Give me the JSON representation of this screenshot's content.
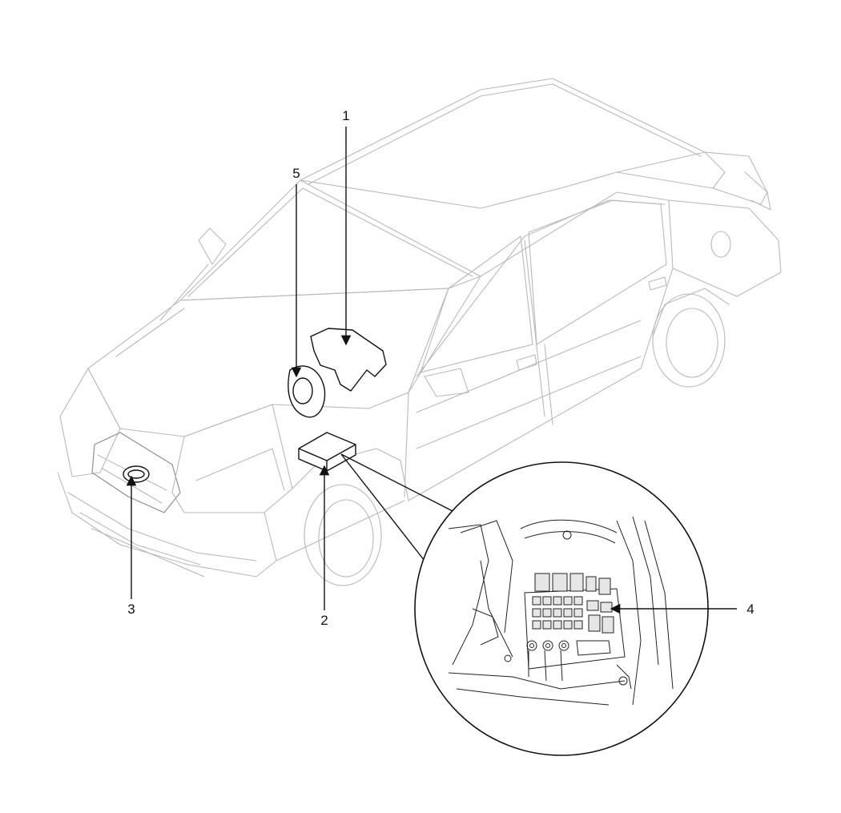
{
  "callouts": [
    {
      "id": "1",
      "label": "1"
    },
    {
      "id": "2",
      "label": "2"
    },
    {
      "id": "3",
      "label": "3"
    },
    {
      "id": "4",
      "label": "4"
    },
    {
      "id": "5",
      "label": "5"
    }
  ],
  "colors": {
    "background": "#ffffff",
    "car_outline": "#b9b9b9",
    "part_outline": "#111111"
  }
}
